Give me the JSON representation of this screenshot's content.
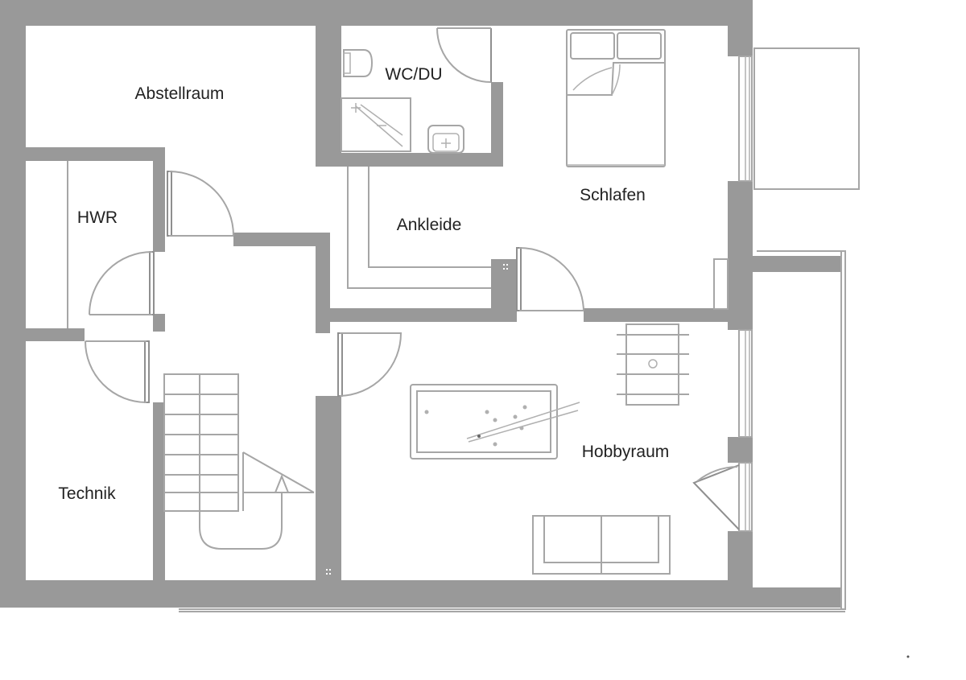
{
  "plan": {
    "rooms": {
      "abstellraum": "Abstellraum",
      "wc_du": "WC/DU",
      "schlafen": "Schlafen",
      "ankleide": "Ankleide",
      "hwr": "HWR",
      "technik": "Technik",
      "hobbyraum": "Hobbyraum"
    }
  }
}
